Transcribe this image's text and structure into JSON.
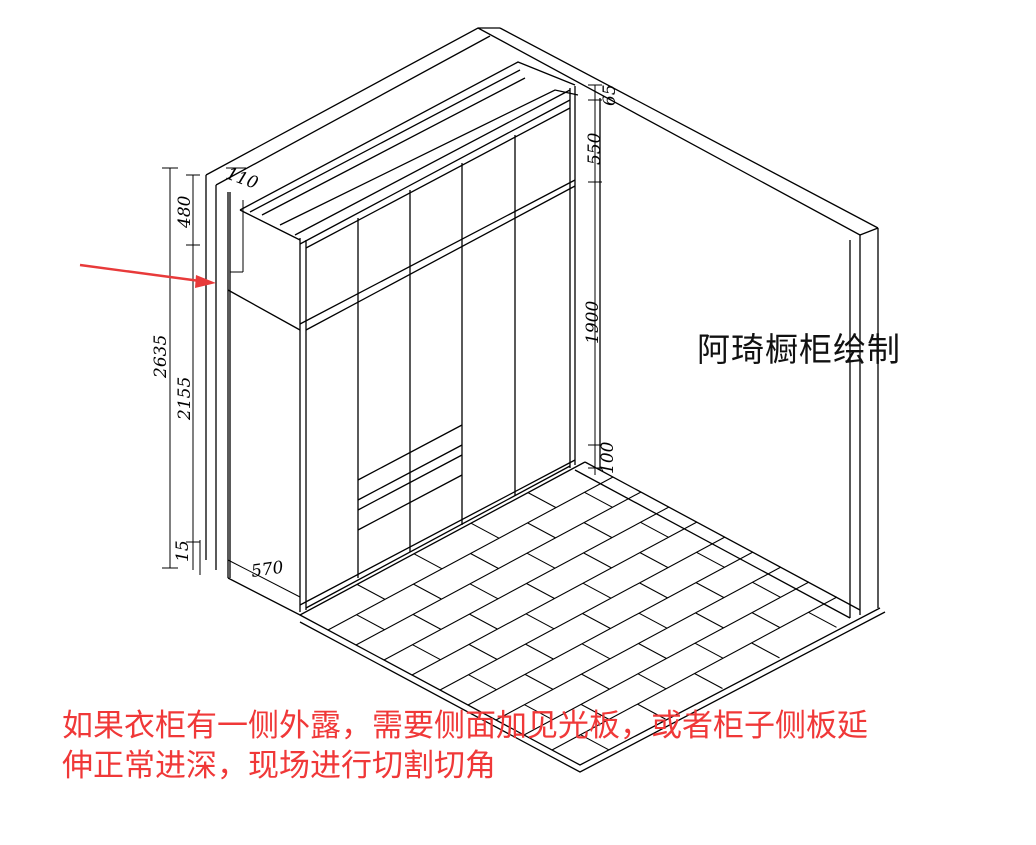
{
  "dimensions": {
    "top_gap": "65",
    "top_cabinet_height": "550",
    "main_cabinet_height": "1900",
    "base_height": "100",
    "side_top_section": "480",
    "side_panel_width": "110",
    "total_height": "2635",
    "lower_height": "2155",
    "side_bottom": "15",
    "depth": "570"
  },
  "watermark": "阿琦橱柜绘制",
  "note": {
    "line1": "如果衣柜有一侧外露，需要侧面加见光板，或者柜子侧板延",
    "line2": "伸正常进深，现场进行切割切角"
  },
  "colors": {
    "line": "#000000",
    "arrow": "#e83a3a",
    "note_text": "#f03838"
  }
}
